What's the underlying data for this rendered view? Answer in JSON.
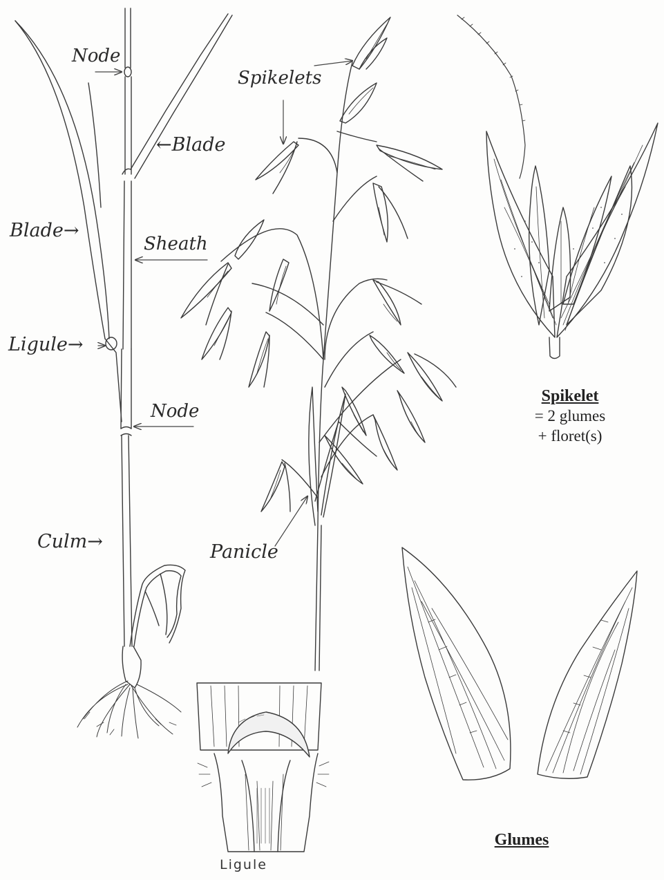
{
  "labels": {
    "node_top": "Node",
    "blade_right": "←Blade",
    "blade_left": "Blade→",
    "sheath": "Sheath",
    "ligule": "Ligule→",
    "node_mid": "Node",
    "culm": "Culm→",
    "spikelets": "Spikelets",
    "panicle": "Panicle"
  },
  "spikelet_caption": {
    "title": "Spikelet",
    "line1": "= 2 glumes",
    "line2": "+ floret(s)"
  },
  "glumes_caption": "Glumes",
  "ligule_caption": "Ligule",
  "colors": {
    "ink": "#3a3a3a",
    "paper": "#fdfdfc"
  }
}
